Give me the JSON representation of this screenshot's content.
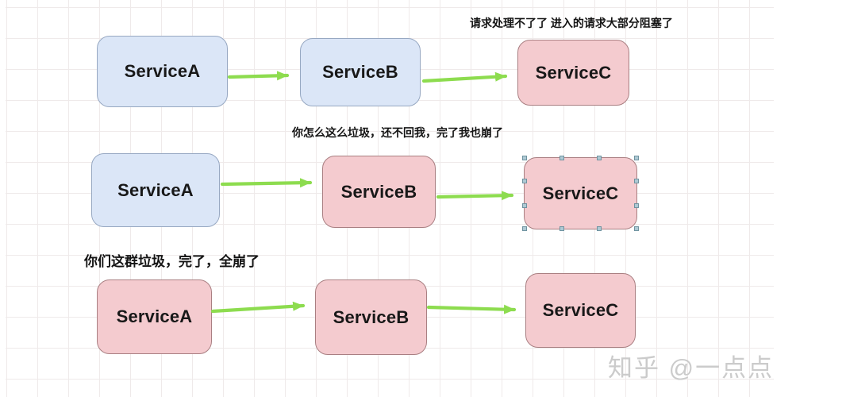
{
  "captions": {
    "row1": "请求处理不了了 进入的请求大部分阻塞了",
    "row2": "你怎么这么垃圾，还不回我，完了我也崩了",
    "row3": "你们这群垃圾，完了，全崩了"
  },
  "rows": [
    {
      "services": [
        {
          "label": "ServiceA",
          "state": "normal"
        },
        {
          "label": "ServiceB",
          "state": "normal"
        },
        {
          "label": "ServiceC",
          "state": "crashed"
        }
      ]
    },
    {
      "services": [
        {
          "label": "ServiceA",
          "state": "normal"
        },
        {
          "label": "ServiceB",
          "state": "crashed"
        },
        {
          "label": "ServiceC",
          "state": "crashed",
          "selected": true
        }
      ]
    },
    {
      "services": [
        {
          "label": "ServiceA",
          "state": "crashed"
        },
        {
          "label": "ServiceB",
          "state": "crashed"
        },
        {
          "label": "ServiceC",
          "state": "crashed"
        }
      ]
    }
  ],
  "watermark": "知乎 @一点点",
  "colors": {
    "normal_fill": "#dbe6f7",
    "normal_border": "#97a8c2",
    "crashed_fill": "#f4cbcf",
    "crashed_border": "#a97f82",
    "arrow_green": "#8ddc4f",
    "grid_line": "#efeaea",
    "caption_text": "#141414",
    "watermark_text": "#cbcbcb",
    "selection_handle": "#aec9d4"
  }
}
